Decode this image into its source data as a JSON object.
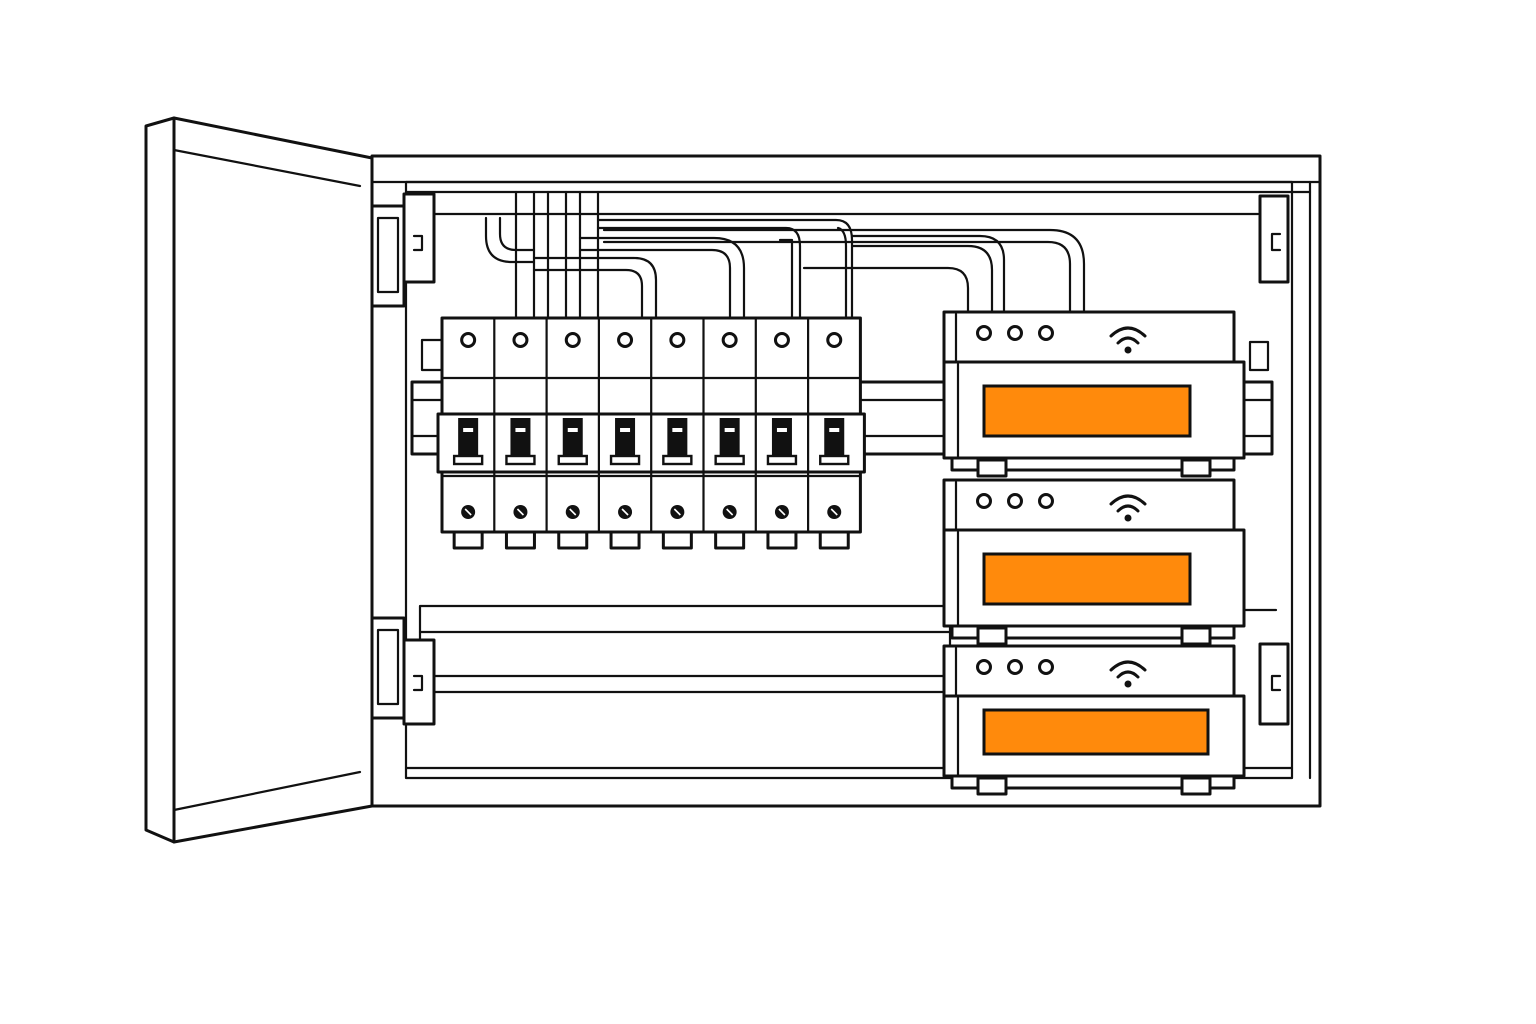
{
  "colors": {
    "background": "#ffffff",
    "line": "#111111",
    "display_accent": "#ff8a0c"
  },
  "panel": {
    "breaker_count": 8,
    "module_count": 3,
    "module_indicator_dots": 3,
    "hinge_count": 2,
    "door_state": "open",
    "icons": [
      "wifi-icon",
      "hinge-icon",
      "mounting-bracket-icon"
    ]
  }
}
